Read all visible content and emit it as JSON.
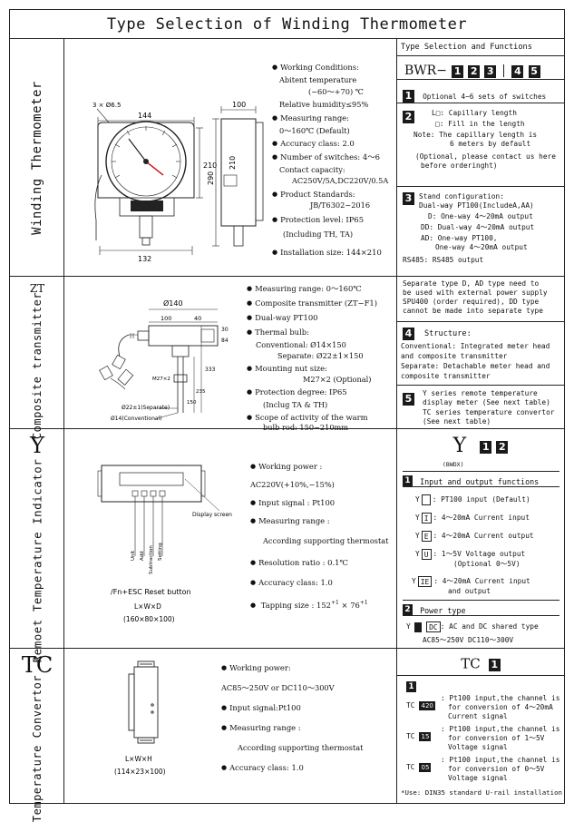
{
  "title": "Type Selection of Winding Thermometer",
  "winding": {
    "label": "Winding Thermometer",
    "drawing": {
      "holes": "3 × Ø6.5",
      "dim_width_top": "144",
      "dim_depth": "100",
      "dim_210_a": "210",
      "dim_290": "290",
      "dim_210_b": "210",
      "dim_width_bottom": "132"
    },
    "spec": {
      "working_conditions": "Working Conditions:",
      "ambient": "Abitent temperature",
      "ambient_range": "(−60～+70) ℃",
      "humidity": "Relative humidity≤95%",
      "measuring": "Measuring range:",
      "measuring_val": "0～160℃ (Default)",
      "accuracy": "Accuracy class: 2.0",
      "switches": "Number of switches: 4～6",
      "contact": "Contact capacity:",
      "contact_val": "AC250V/5A,DC220V/0.5A",
      "standards": "Product Standards:",
      "standards_val": "JB/T6302−2016",
      "protection": "Protection level: IP65",
      "protection_sub": "(Including TH, TA)",
      "installation": "Installation size: 144×210"
    },
    "selection": {
      "header": "Type Selection and Functions",
      "model_prefix": "BWR−",
      "model_nums": [
        "1",
        "2",
        "3",
        "4",
        "5"
      ],
      "s1_num": "1",
      "s1_text": "Optional 4−6 sets of switches",
      "s2_num": "2",
      "s2_l1": "L□: Capillary length",
      "s2_l2": "□: Fill in the length",
      "s2_note1": "Note: The capillary length is",
      "s2_note2": "6 meters by default",
      "s2_opt1": "(Optional, please contact us here",
      "s2_opt2": "before orderinght)",
      "s3_num": "3",
      "s3_l1": "Stand configuration:",
      "s3_l2": "Dual-way PT100(IncludeA,AA)",
      "s3_l3": "D: One-way 4～20mA output",
      "s3_l4": "DD: Dual-way 4～20mA output",
      "s3_l5": "AD: One-way PT100,",
      "s3_l6": "One-way 4～20mA output",
      "s3_l7": "RS485: RS485 output",
      "s3_n1": "Separate type D, AD type need to",
      "s3_n2": "be used with external power supply",
      "s3_n3": "SPU400 (order required), DD type",
      "s3_n4": "cannot be made into separate type"
    }
  },
  "zt": {
    "code": "ZT",
    "label": "Composite transmitter",
    "drawing": {
      "dia140": "Ø140",
      "d100": "100",
      "d40": "40",
      "d30": "30",
      "d84": "84",
      "d333": "333",
      "d235": "235",
      "d150": "150",
      "m27": "M27×2",
      "sep": "Ø22±1(Separate)",
      "conv": "Ø14(Conventional)"
    },
    "spec": {
      "measuring": "Measuring range: 0～160℃",
      "composite": "Composite transmitter (ZT−F1)",
      "dual": "Dual-way PT100",
      "bulb": "Thermal bulb:",
      "bulb_conv": "Conventional: Ø14×150",
      "bulb_sep": "Separate:  Ø22±1×150",
      "nut": "Mounting nut size:",
      "nut_val": "M27×2 (Optional)",
      "prot": "Protection degree: IP65",
      "prot_sub": "(Inclug TA & TH)",
      "scope": "Scope of activity of the warm",
      "scope_val": "bulb rod: 150−210mm"
    },
    "selection": {
      "s4_num": "4",
      "s4_head": "Structure:",
      "s4_l1": "Conventional: Integrated meter head",
      "s4_l2": "and composite transmitter",
      "s4_l3": "Separate: Detachable meter head and",
      "s4_l4": "composite transmitter",
      "s5_num": "5",
      "s5_l1": "Y series remote temperature",
      "s5_l2": "display meter (See next table)",
      "s5_l3": "TC series temperature convertor",
      "s5_l4": "(See next table)"
    }
  },
  "y": {
    "code": "Y",
    "label": "Remoet Temperature Indicator",
    "drawing": {
      "display": "Display screen",
      "btns": [
        "Unit",
        "Add",
        "Subtraction",
        "Setting"
      ],
      "reset": "/Fn+ESC Reset button",
      "lwd": "L×W×D",
      "size": "(160×80×100)"
    },
    "spec": {
      "power": "Working power :",
      "power_val": "AC220V(+10%,−15%)",
      "input": "Input signal : Pt100",
      "measuring": "Measuring range :",
      "measuring_val": "According supporting thermostat",
      "resolution": "Resolution ratio :  0.1℃",
      "accuracy": "Accuracy class: 1.0",
      "tapping": "Tapping size : 152",
      "tapping_sup1": "+1",
      "tapping_mid": " × 76",
      "tapping_sup2": "+1"
    },
    "selection": {
      "big": "Y",
      "nums": [
        "1",
        "2"
      ],
      "sub": "(BWDX)",
      "s1_num": "1",
      "s1_head": "Input and output functions",
      "rows": [
        {
          "code": "",
          "text": ": PT100 input (Default)"
        },
        {
          "code": "I",
          "text": ": 4～20mA Current input"
        },
        {
          "code": "E",
          "text": ": 4～20mA Current output"
        },
        {
          "code": "U",
          "text": ": 1～5V Voltage output"
        }
      ],
      "u_opt": "(Optional 0～5V)",
      "ie_code": "IE",
      "ie_l1": ": 4～20mA Current input",
      "ie_l2": "and output",
      "s2_num": "2",
      "s2_head": "Power type",
      "dc_code": "DC",
      "dc_text": ": AC and DC shared type",
      "dc_range": "AC85～250V    DC110～300V"
    }
  },
  "tc": {
    "code": "TC",
    "label": "Temperature Convertor",
    "drawing": {
      "lwh": "L×W×H",
      "size": "(114×23×100)"
    },
    "spec": {
      "power": "Working power:",
      "power_val": "AC85～250V or DC110～300V",
      "input": "Input signal:Pt100",
      "measuring": "Measuring range :",
      "measuring_val": "According supporting thermostat",
      "accuracy": "Accuracy class: 1.0"
    },
    "selection": {
      "head": "TC",
      "head_num": "1",
      "box_num": "1",
      "rows": [
        {
          "prefix": "TC",
          "code": "420",
          "l1": ": Pt100 input,the channel is",
          "l2": "for conversion of 4～20mA",
          "l3": "Current signal"
        },
        {
          "prefix": "TC",
          "code": "15",
          "l1": ": Pt100 input,the channel is",
          "l2": "for conversion of 1～5V",
          "l3": "Voltage signal"
        },
        {
          "prefix": "TC",
          "code": "05",
          "l1": ": Pt100 input,the channel is",
          "l2": "for conversion of 0～5V",
          "l3": "Voltage signal"
        }
      ],
      "use": "*Use: DIN35 standard U-rail installation"
    }
  }
}
